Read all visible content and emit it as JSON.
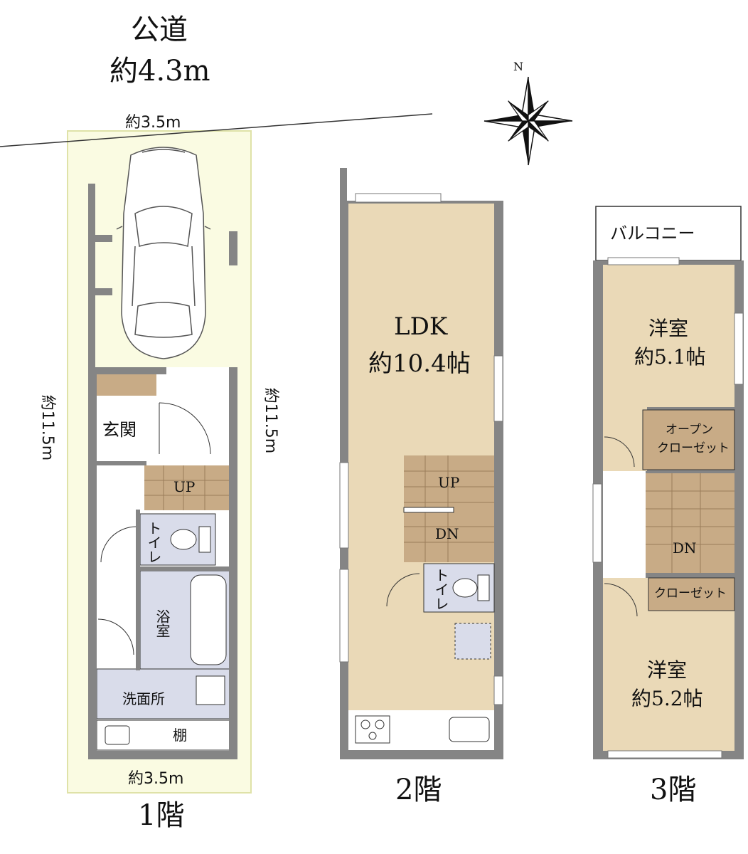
{
  "road": {
    "label": "公道",
    "width": "約4.3m"
  },
  "compass": {
    "north": "N"
  },
  "floor1": {
    "caption": "1階",
    "dim_top": "約3.5m",
    "dim_bottom": "約3.5m",
    "dim_left": "約11.5m",
    "dim_right": "約11.5m",
    "rooms": {
      "genkan": "玄関",
      "up": "UP",
      "toilet": "トイレ",
      "bath": "浴室",
      "washroom": "洗面所",
      "shelf": "棚"
    }
  },
  "floor2": {
    "caption": "2階",
    "ldk_name": "LDK",
    "ldk_size": "約10.4帖",
    "up": "UP",
    "dn": "DN",
    "toilet": "トイレ"
  },
  "floor3": {
    "caption": "3階",
    "balcony": "バルコニー",
    "room1_name": "洋室",
    "room1_size": "約5.1帖",
    "open_closet_1": "オープン",
    "open_closet_2": "クローゼット",
    "dn": "DN",
    "closet": "クローゼット",
    "room2_name": "洋室",
    "room2_size": "約5.2帖"
  },
  "colors": {
    "wall": "#858585",
    "floor_beige": "#ead9b7",
    "stairs_brown": "#c8ab86",
    "wet_area": "#d9dcea",
    "lot": "#fafbe2",
    "lot_border": "#dfe2a8"
  }
}
